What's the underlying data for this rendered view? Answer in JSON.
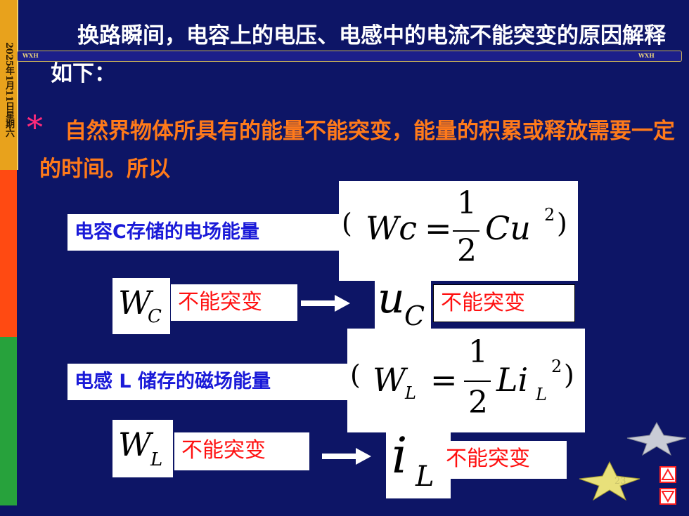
{
  "sidebar": {
    "date": "2025年1月11日星期六"
  },
  "header": {
    "left_tag": "WXH",
    "right_tag": "WXH"
  },
  "title": "换路瞬间，电容上的电压、电感中的电流不能突变的原因解释如下：",
  "bullet": {
    "symbol": "*",
    "text": "自然界物体所具有的能量不能突变，能量的积累或释放需要一定的时间。所以"
  },
  "capacitor": {
    "label": "电容C存储的电场能量",
    "formula": {
      "open": "(",
      "lhs": "Wc",
      "eq": "=",
      "num": "1",
      "den": "2",
      "rhs": "Cu",
      "exp": "2",
      "close": ")"
    },
    "energy_symbol": "W",
    "energy_sub": "C",
    "energy_note": "不能突变",
    "var_symbol": "u",
    "var_sub": "C",
    "var_note": "不能突变"
  },
  "inductor": {
    "label": "电感 L 储存的磁场能量",
    "formula": {
      "open": "(",
      "lhs": "W",
      "lhs_sub": "L",
      "eq": "=",
      "num": "1",
      "den": "2",
      "rhs": "Li",
      "rhs_sub": "L",
      "exp": "2",
      "close": ")"
    },
    "energy_symbol": "W",
    "energy_sub": "L",
    "energy_note": "不能突变",
    "var_symbol": "i",
    "var_sub": "L",
    "var_note": "不能突变"
  },
  "footer": {
    "page_number": "23"
  },
  "colors": {
    "background": "#0d1566",
    "title": "#ffffff",
    "bullet_text": "#ff7a1a",
    "label_blue": "#1a1ad8",
    "label_red": "#ff1010"
  }
}
